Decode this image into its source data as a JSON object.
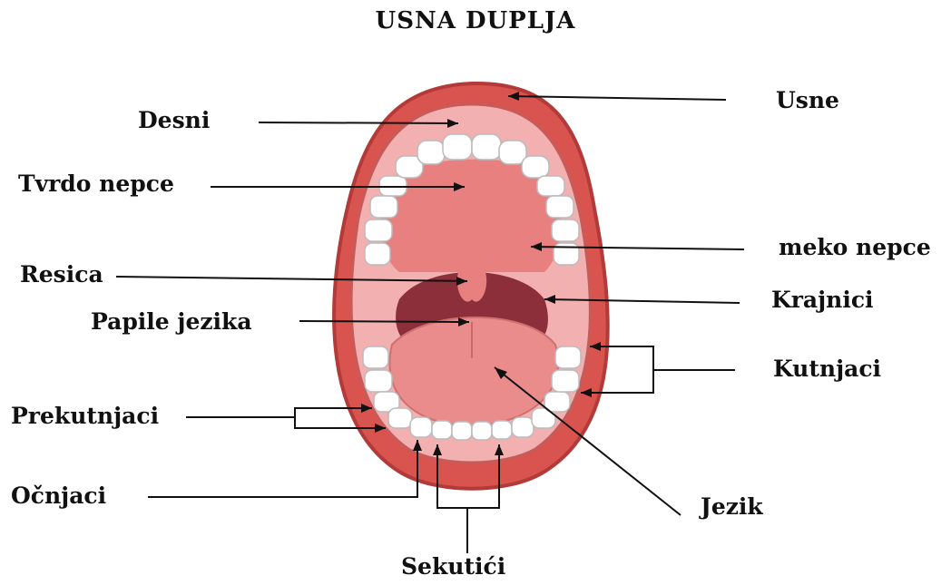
{
  "title": "USNA DUPLJA",
  "labels": {
    "usne": "Usne",
    "desni": "Desni",
    "tvrdo_nepce": "Tvrdo nepce",
    "meko_nepce": "meko nepce",
    "resica": "Resica",
    "krajnici": "Krajnici",
    "papile_jezika": "Papile jezika",
    "kutnjaci": "Kutnjaci",
    "prekutnjaci": "Prekutnjaci",
    "ocnjaci": "Očnjaci",
    "jezik": "Jezik",
    "sekutici": "Sekutići"
  },
  "colors": {
    "lip": "#d9534f",
    "lip_dark": "#b23a38",
    "mouth_inner": "#f2b0b0",
    "palate": "#e7807f",
    "throat": "#8c2f3a",
    "tongue": "#ea8c8c",
    "teeth": "#ffffff",
    "line": "#111111"
  }
}
